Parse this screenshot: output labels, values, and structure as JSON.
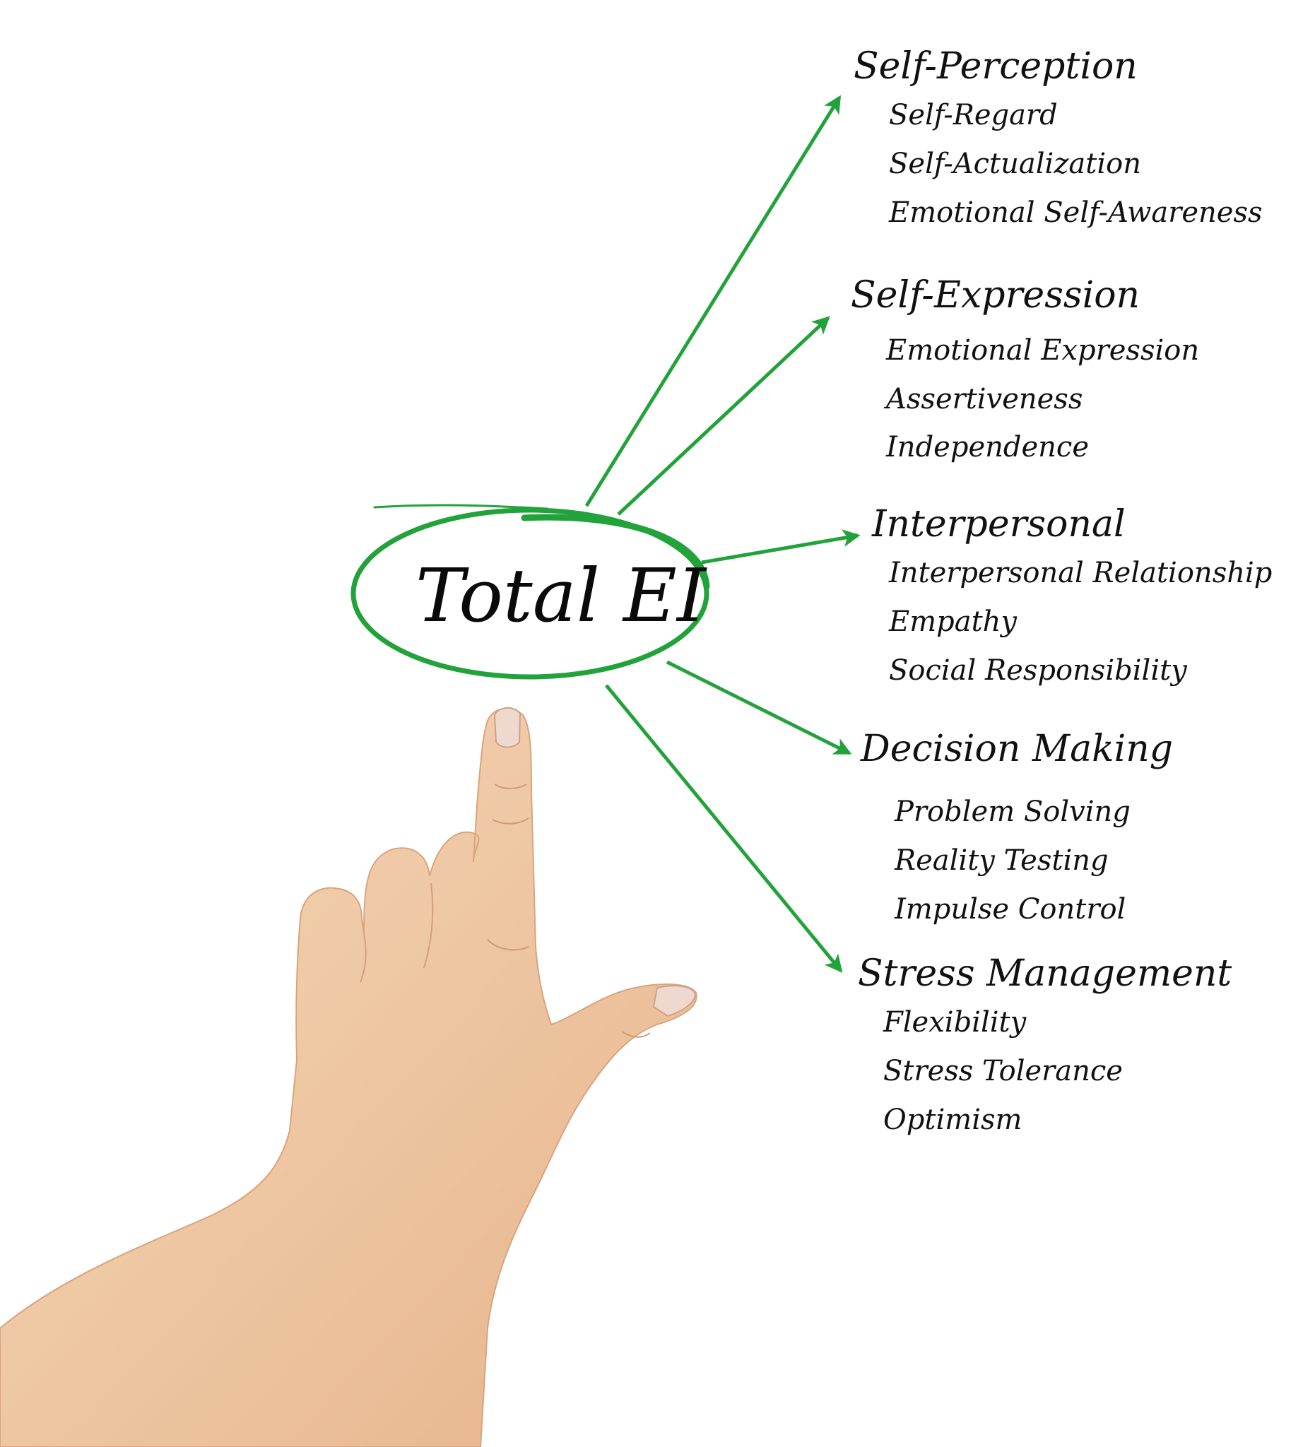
{
  "colors": {
    "accent": "#22a23a",
    "text": "#111111",
    "skin": "#f0c9a3",
    "background": "#ffffff"
  },
  "center": {
    "label": "Total EI",
    "shape": "ellipse"
  },
  "hand": {
    "icon": "pointing-hand-icon"
  },
  "categories": [
    {
      "title": "Self-Perception",
      "items": [
        "Self-Regard",
        "Self-Actualization",
        "Emotional Self-Awareness"
      ]
    },
    {
      "title": "Self-Expression",
      "items": [
        "Emotional Expression",
        "Assertiveness",
        "Independence"
      ]
    },
    {
      "title": "Interpersonal",
      "items": [
        "Interpersonal Relationship",
        "Empathy",
        "Social Responsibility"
      ]
    },
    {
      "title": "Decision Making",
      "items": [
        "Problem Solving",
        "Reality Testing",
        "Impulse Control"
      ]
    },
    {
      "title": "Stress Management",
      "items": [
        "Flexibility",
        "Stress Tolerance",
        "Optimism"
      ]
    }
  ]
}
